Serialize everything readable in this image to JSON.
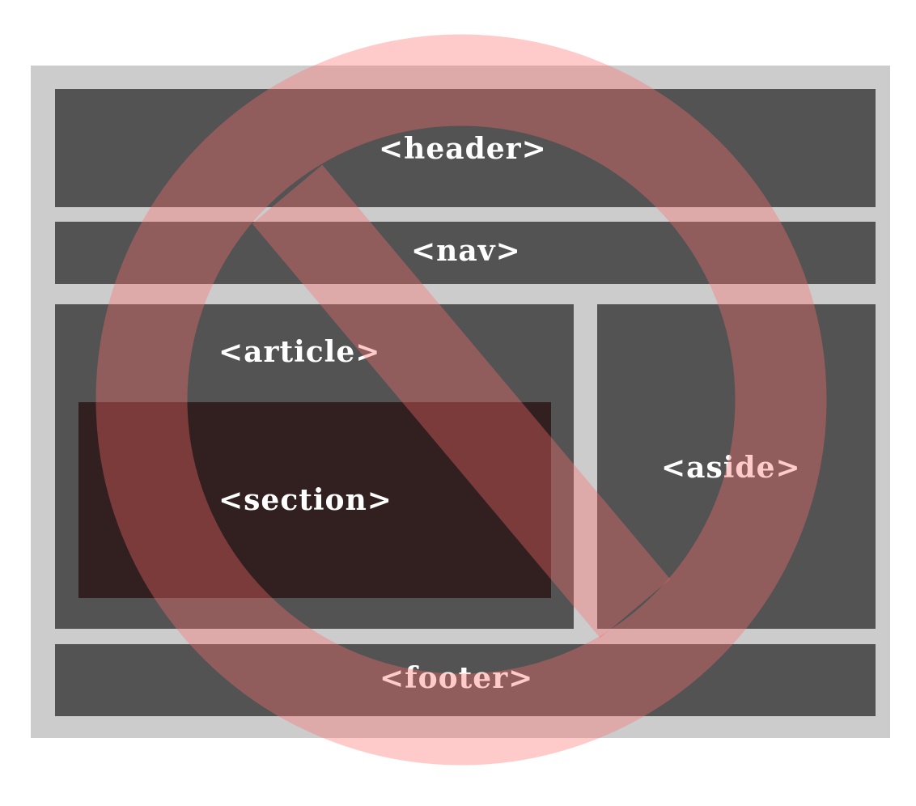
{
  "diagram": {
    "labels": {
      "header": "<header>",
      "nav": "<nav>",
      "article": "<article>",
      "section": "<section>",
      "aside": "<aside>",
      "footer": "<footer>"
    },
    "colors": {
      "outer_frame": "#cccccc",
      "block": "#535353",
      "section_block": "#322020",
      "prohibition_sign": "#ff6b6b",
      "label_text": "#ffffff"
    },
    "prohibition_icon": "no-symbol-icon"
  }
}
